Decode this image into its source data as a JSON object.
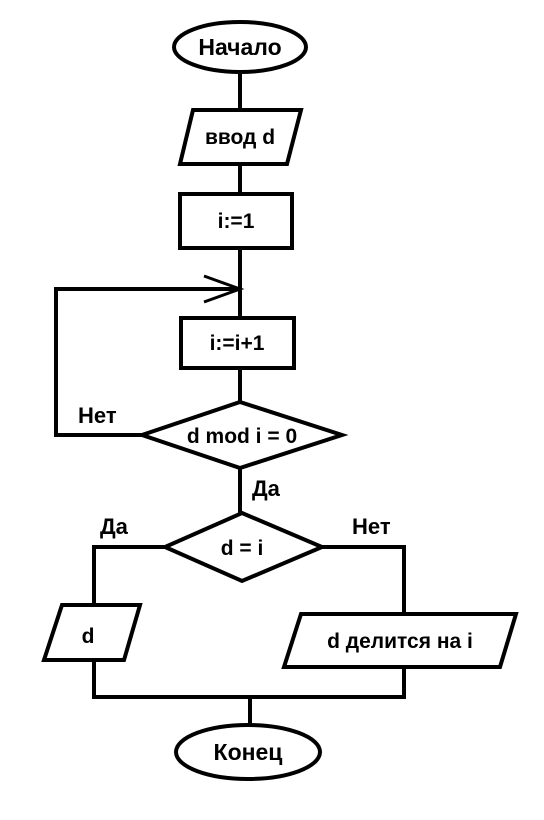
{
  "nodes": {
    "start": "Начало",
    "input": "ввод d",
    "init": "i:=1",
    "increment": "i:=i+1",
    "mod_check": "d mod i = 0",
    "eq_check": "d = i",
    "output_d": "d",
    "output_divisible": "d делится на i",
    "end": "Конец"
  },
  "labels": {
    "mod_no": "Нет",
    "mod_yes": "Да",
    "eq_yes": "Да",
    "eq_no": "Нет"
  }
}
